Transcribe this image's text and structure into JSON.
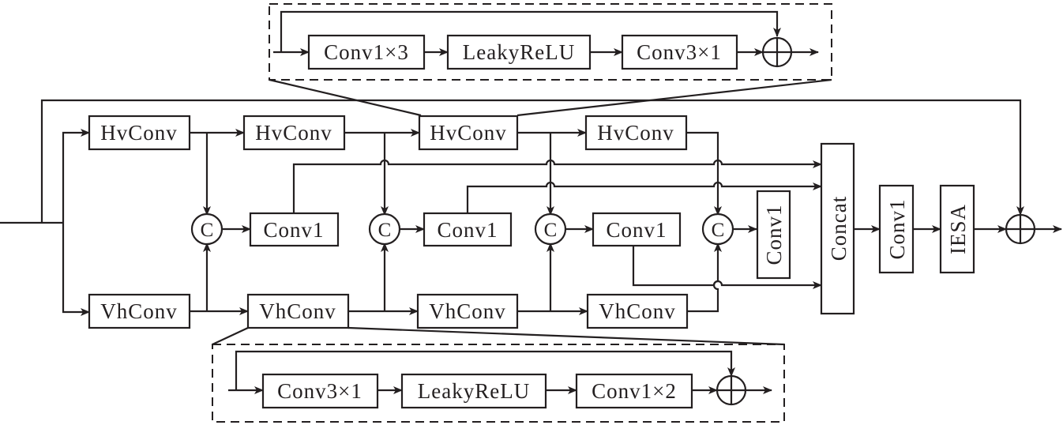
{
  "colors": {
    "stroke": "#231f20",
    "background": "#ffffff"
  },
  "top_detail": {
    "blocks": [
      "Conv1×3",
      "LeakyReLU",
      "Conv3×1"
    ],
    "sum_symbol": "sum-icon"
  },
  "bottom_detail": {
    "blocks": [
      "Conv3×1",
      "LeakyReLU",
      "Conv1×2"
    ],
    "sum_symbol": "sum-icon"
  },
  "main": {
    "hv_row": [
      "HvConv",
      "HvConv",
      "HvConv",
      "HvConv"
    ],
    "vh_row": [
      "VhConv",
      "VhConv",
      "VhConv",
      "VhConv"
    ],
    "concat_symbol": "C",
    "fuse_row": [
      "Conv1",
      "Conv1",
      "Conv1",
      "Conv1"
    ],
    "concat": "Concat",
    "post_conv": "Conv1",
    "attention": "IESA",
    "output_sum_symbol": "sum-icon"
  }
}
